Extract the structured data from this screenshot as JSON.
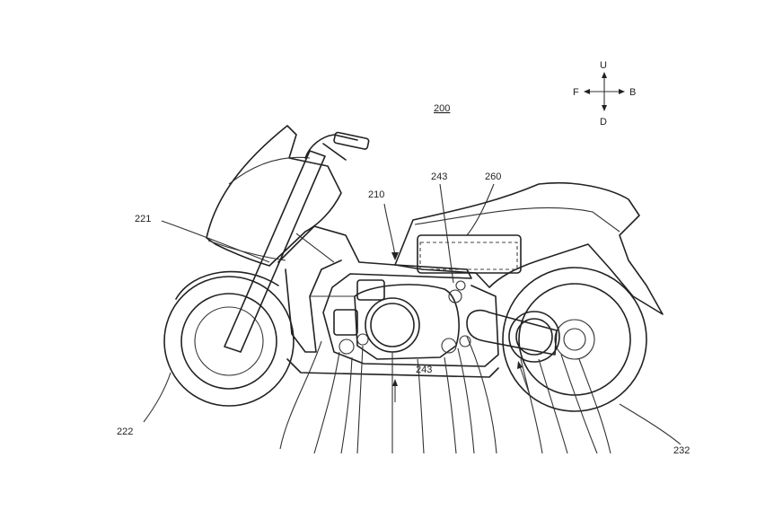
{
  "figure": {
    "number": "200"
  },
  "compass": {
    "up": "U",
    "down": "D",
    "front": "F",
    "back": "B"
  },
  "labels": {
    "l221": "221",
    "l222": "222",
    "l210": "210",
    "l243": "243",
    "l260": "260",
    "l232": "232"
  }
}
